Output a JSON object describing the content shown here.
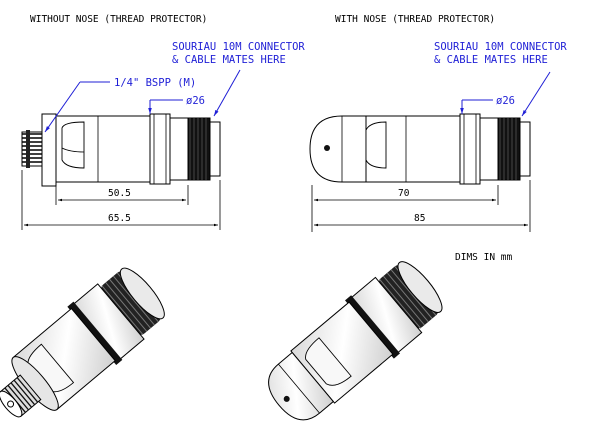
{
  "headings": {
    "left": "WITHOUT NOSE (THREAD PROTECTOR)",
    "right": "WITH NOSE (THREAD PROTECTOR)"
  },
  "callouts": {
    "connector_left_line1": "SOURIAU 10M CONNECTOR",
    "connector_left_line2": "& CABLE MATES HERE",
    "connector_right_line1": "SOURIAU 10M CONNECTOR",
    "connector_right_line2": "& CABLE MATES HERE",
    "thread": "1/4\" BSPP (M)",
    "diameter_left": "ø26",
    "diameter_right": "ø26"
  },
  "dimensions": {
    "left_inner": "50.5",
    "left_overall": "65.5",
    "right_inner": "70",
    "right_overall": "85"
  },
  "note": "DIMS IN mm",
  "colors": {
    "callout": "#1f1fd6",
    "line": "#000000",
    "metal_light": "#f2f2f2",
    "metal_dark": "#1a1a1a"
  }
}
